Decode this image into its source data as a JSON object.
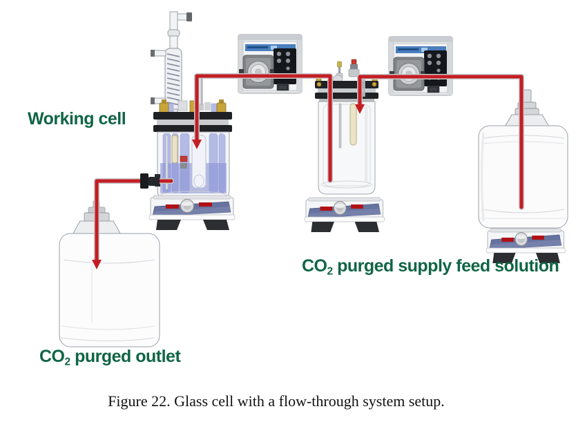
{
  "figure": {
    "caption": "Figure 22. Glass cell with a flow-through system setup."
  },
  "labels": {
    "working_cell": {
      "text": "Working cell"
    },
    "outlet": {
      "prefix": "CO",
      "sub": "2",
      "rest": " purged outlet"
    },
    "supply": {
      "prefix": "CO",
      "sub": "2",
      "rest": " purged supply feed solution"
    }
  },
  "colors": {
    "label_green": "#106546",
    "tube_red": "#C41D23",
    "tube_outline": "#C6C9CC",
    "glass_lavender": "#B4BBE6",
    "liquid_purple": "#8B93D6",
    "pump_display_blue": "#4A7EBE",
    "led_red": "#B01116",
    "brass_gold": "#C9A43A",
    "caption_black": "#111111"
  },
  "diagram_components": [
    "reflux condenser",
    "working cell glass vessel",
    "magnetic stirrer",
    "peristaltic pump",
    "intermediate glass cell",
    "supply feed carboy",
    "outlet carboy",
    "flow tubing with direction arrows"
  ]
}
